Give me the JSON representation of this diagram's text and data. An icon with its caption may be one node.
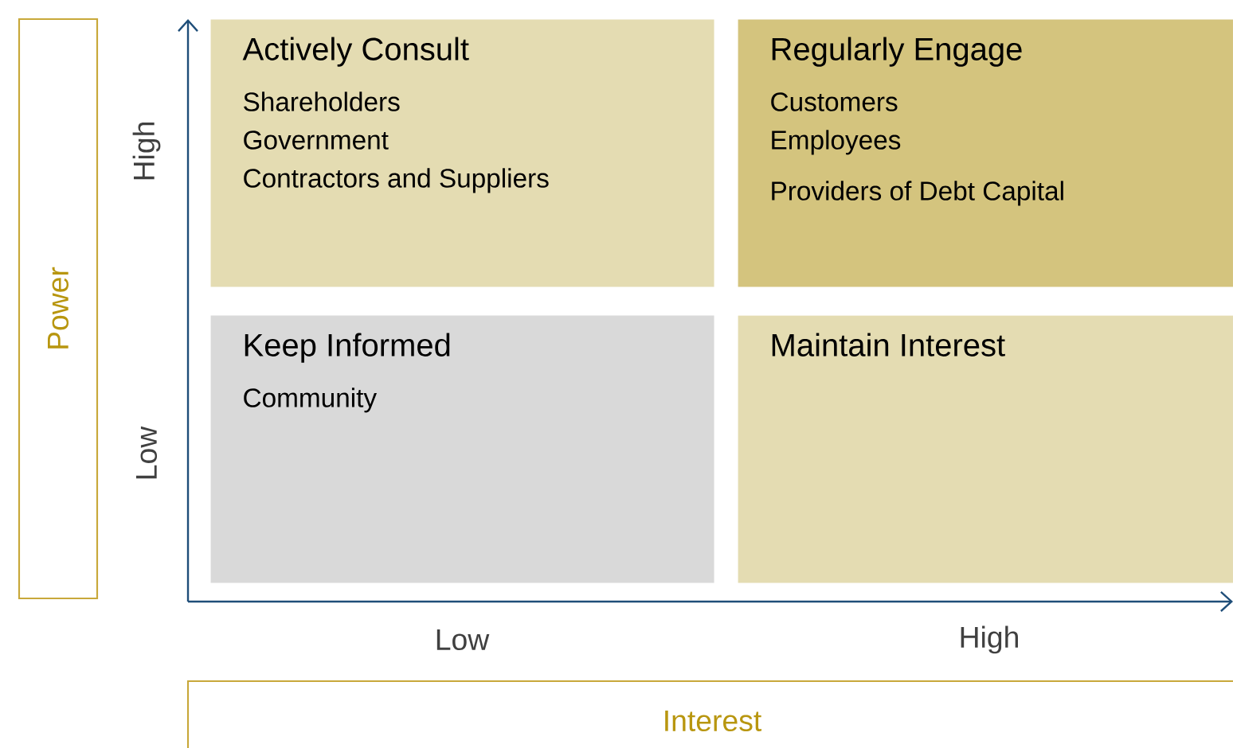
{
  "diagram": {
    "nodes": [
      {
        "text": [
          "Power"
        ]
      },
      {
        "text": [
          "Actively Consult",
          "Shareholders",
          "Government",
          "Contractors and Suppliers"
        ]
      },
      {
        "text": [
          "Regularly Engage",
          "Customers",
          "Employees",
          "Providers of Debt Capital"
        ]
      },
      {
        "text": [
          "Keep Informed",
          "Community"
        ]
      },
      {
        "text": [
          "Maintain Interest"
        ]
      },
      {
        "text": [
          "Interest"
        ]
      }
    ],
    "labels": [
      "High",
      "Low",
      "Low",
      "High"
    ]
  }
}
